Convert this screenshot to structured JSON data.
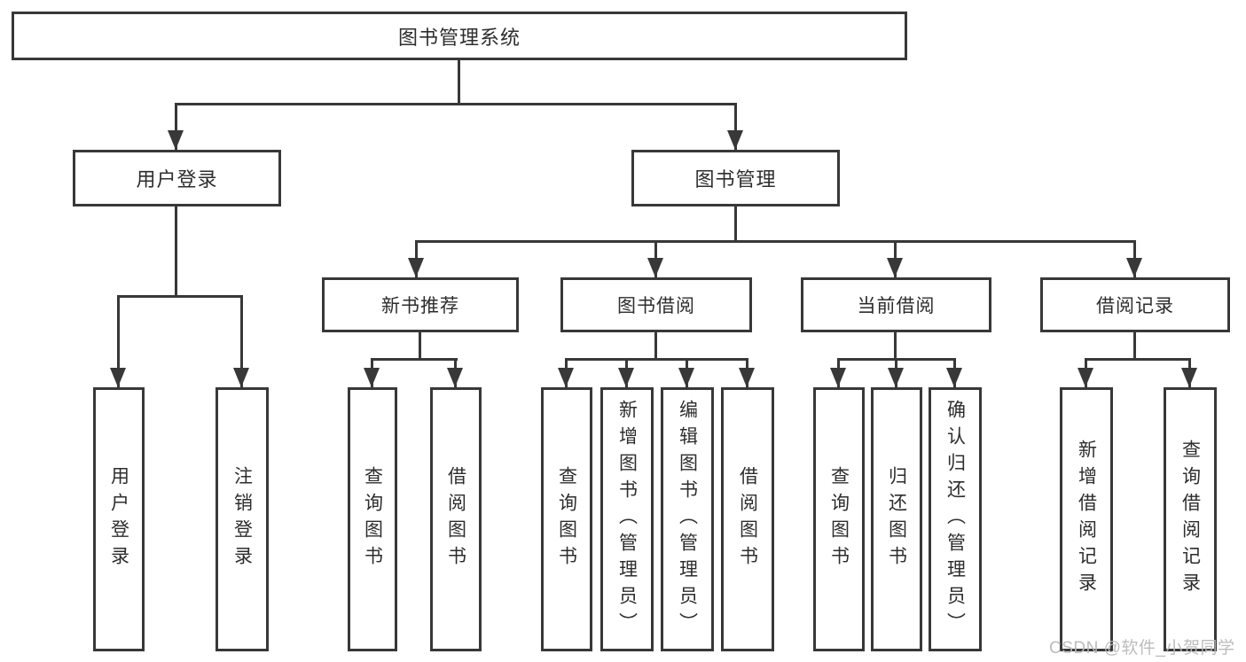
{
  "diagram": {
    "root": {
      "label": "图书管理系统"
    },
    "level2": [
      {
        "label": "用户登录"
      },
      {
        "label": "图书管理"
      }
    ],
    "level3": [
      {
        "label": "新书推荐"
      },
      {
        "label": "图书借阅"
      },
      {
        "label": "当前借阅"
      },
      {
        "label": "借阅记录"
      }
    ],
    "leaves": {
      "user_login": [
        {
          "label": "用户登录"
        },
        {
          "label": "注销登录"
        }
      ],
      "new_book_recommend": [
        {
          "label": "查询图书"
        },
        {
          "label": "借阅图书"
        }
      ],
      "book_borrow": [
        {
          "label": "查询图书"
        },
        {
          "label": "新增图书（管理员）"
        },
        {
          "label": "编辑图书（管理员）"
        },
        {
          "label": "借阅图书"
        }
      ],
      "current_borrow": [
        {
          "label": "查询图书"
        },
        {
          "label": "归还图书"
        },
        {
          "label": "确认归还（管理员）"
        }
      ],
      "borrow_records": [
        {
          "label": "新增借阅记录"
        },
        {
          "label": "查询借阅记录"
        }
      ]
    }
  },
  "watermark": {
    "text": "CSDN @软件_小贺同学"
  },
  "colors": {
    "line": "#383838",
    "text": "#2d2d2d",
    "box_background": "#ffffff",
    "watermark": "#b9b9b9",
    "page_background": "#ffffff"
  }
}
